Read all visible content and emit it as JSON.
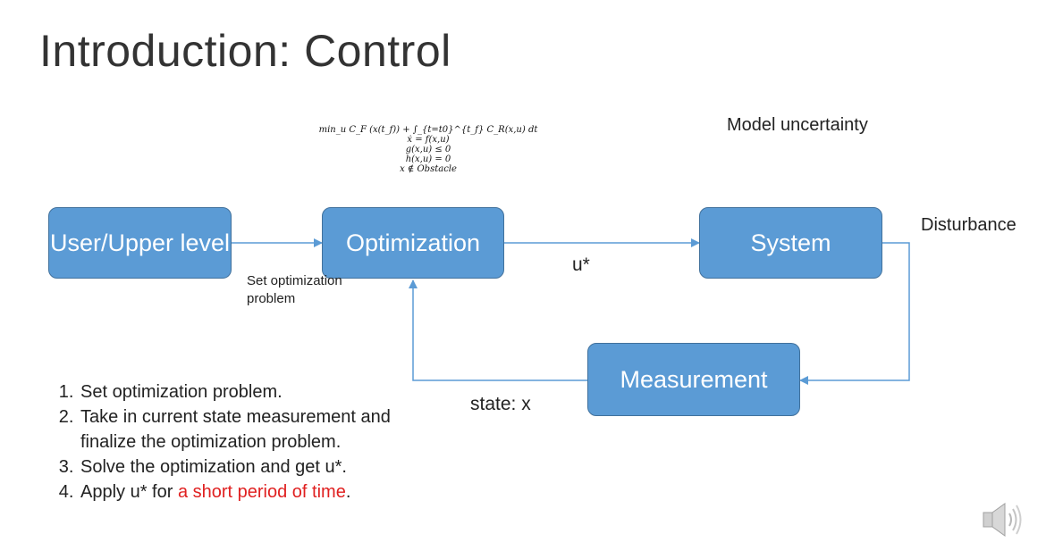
{
  "slide": {
    "title": "Introduction: Control"
  },
  "formula": {
    "line1": "min_u C_F (x(t_f)) + ∫_{t=t0}^{t_f} C_R(x,u) dt",
    "line2": "ẋ = f(x,u)",
    "line3": "g(x,u) ≤ 0",
    "line4": "h(x,u) = 0",
    "line5": "x ∉ Obstacle"
  },
  "blocks": {
    "user": "User/Upper level",
    "optimization": "Optimization",
    "system": "System",
    "measurement": "Measurement"
  },
  "labels": {
    "model_uncertainty": "Model uncertainty",
    "disturbance": "Disturbance",
    "u_star": "u*",
    "set_problem": "Set optimization problem",
    "state": "state: x"
  },
  "steps": [
    "Set optimization problem.",
    "Take in current state measurement and finalize the optimization problem.",
    "Solve the optimization and get u*.",
    "Apply u* for "
  ],
  "step4_highlight": "a short period of time",
  "step4_end": ".",
  "colors": {
    "block_fill": "#5b9bd5",
    "block_border": "#41719c",
    "arrow": "#5b9bd5",
    "highlight": "#e02020"
  },
  "icons": {
    "speaker": "speaker-icon"
  }
}
